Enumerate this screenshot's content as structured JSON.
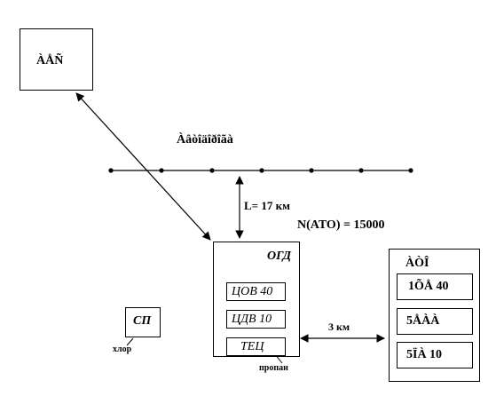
{
  "diagram": {
    "nodes": {
      "aes": {
        "label": "ÀÅÑ"
      },
      "road": {
        "label": "Àâòîäîðîãà"
      },
      "ogd": {
        "label": "ОГД"
      },
      "tsov": {
        "label": "ЦОВ 40"
      },
      "tsdv": {
        "label": "ЦДВ 10"
      },
      "tets_inner": {
        "label": "ТЕЦ"
      },
      "sp": {
        "label": "СП"
      },
      "ato": {
        "label": "ÀÒÎ"
      },
      "ato1": {
        "label": "1ÕÅ 40"
      },
      "ato2": {
        "label": "5ÅÀÀ"
      },
      "ato3": {
        "label": "5ÏÀ 10"
      }
    },
    "annotations": {
      "distance_road": "L= 17 км",
      "population": "N(ATO) = 15000",
      "distance_ato": "3 км",
      "chlorine": "хлор",
      "propane": "пропан"
    }
  }
}
